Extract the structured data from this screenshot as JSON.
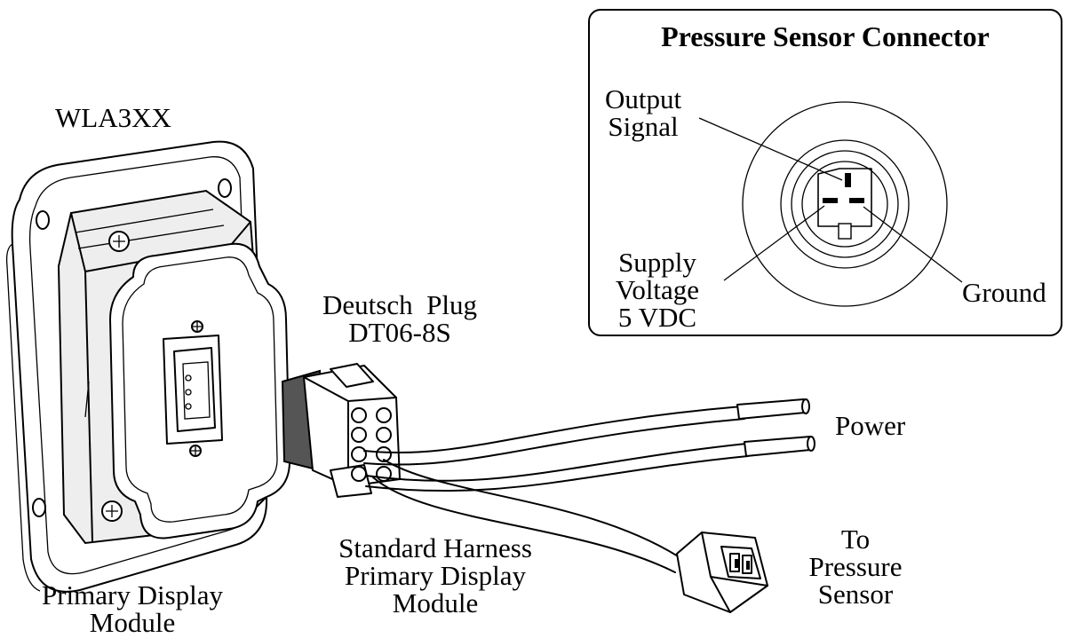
{
  "labels": {
    "model": "WLA3XX",
    "plug_line1": "Deutsch  Plug",
    "plug_line2": "DT06-8S",
    "power": "Power",
    "to_sensor_line1": "To",
    "to_sensor_line2": "Pressure",
    "to_sensor_line3": "Sensor",
    "harness_line1": "Standard Harness",
    "harness_line2": "Primary Display",
    "harness_line3": "Module",
    "display_line1": "Primary Display",
    "display_line2": "Module"
  },
  "inset": {
    "title": "Pressure Sensor Connector",
    "output_line1": "Output",
    "output_line2": "Signal",
    "supply_line1": "Supply",
    "supply_line2": "Voltage",
    "supply_line3": "5 VDC",
    "ground": "Ground"
  }
}
